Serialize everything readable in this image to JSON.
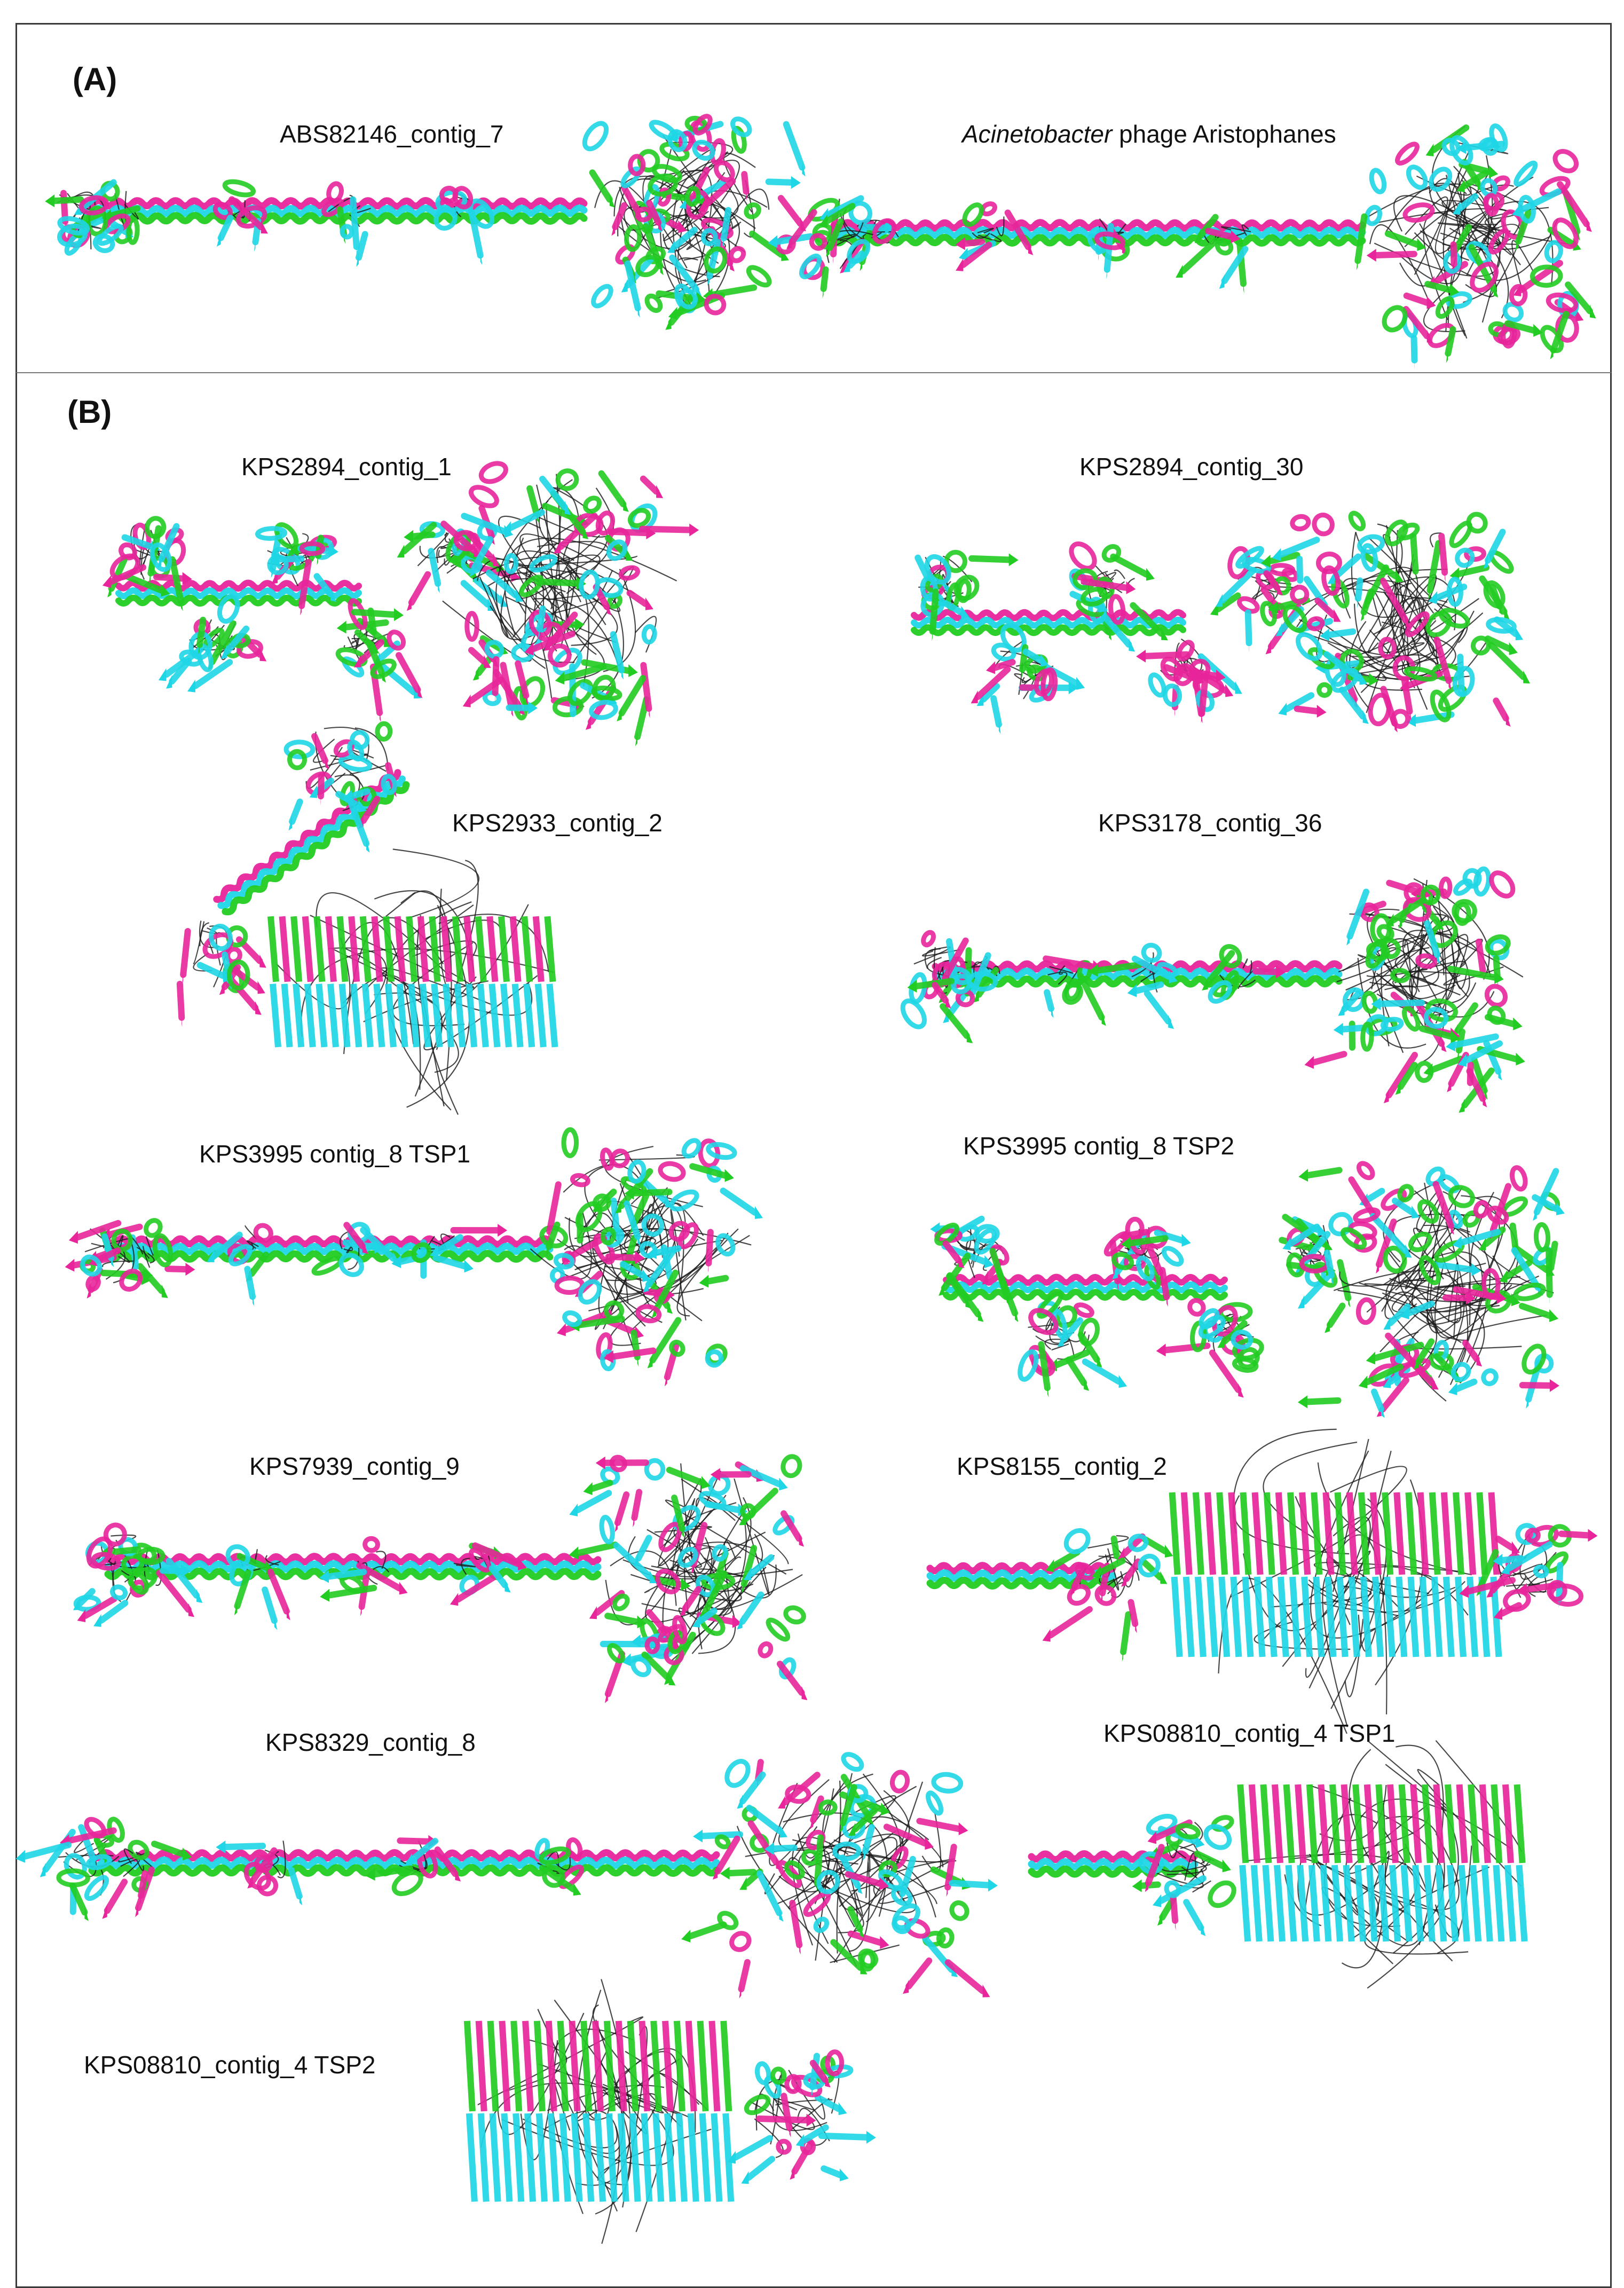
{
  "panels": {
    "a": {
      "label": "(A)",
      "structures": [
        {
          "caption": "ABS82146_contig_7"
        },
        {
          "caption_italic": "Acinetobacter",
          "caption_rest": " phage Aristophanes"
        }
      ]
    },
    "b": {
      "label": "(B)",
      "structures": [
        {
          "caption": "KPS2894_contig_1"
        },
        {
          "caption": "KPS2894_contig_30"
        },
        {
          "caption": "KPS2933_contig_2"
        },
        {
          "caption": "KPS3178_contig_36"
        },
        {
          "caption": "KPS3995 contig_8 TSP1"
        },
        {
          "caption": "KPS3995 contig_8 TSP2"
        },
        {
          "caption": "KPS7939_contig_9"
        },
        {
          "caption": "KPS8155_contig_2"
        },
        {
          "caption": "KPS8329_contig_8"
        },
        {
          "caption": "KPS08810_contig_4 TSP1"
        },
        {
          "caption": "KPS08810_contig_4 TSP2"
        }
      ]
    }
  },
  "chain_colors": [
    "#e8259b",
    "#1fd6e6",
    "#22cc22"
  ],
  "coil_color": "#1a1a1a"
}
